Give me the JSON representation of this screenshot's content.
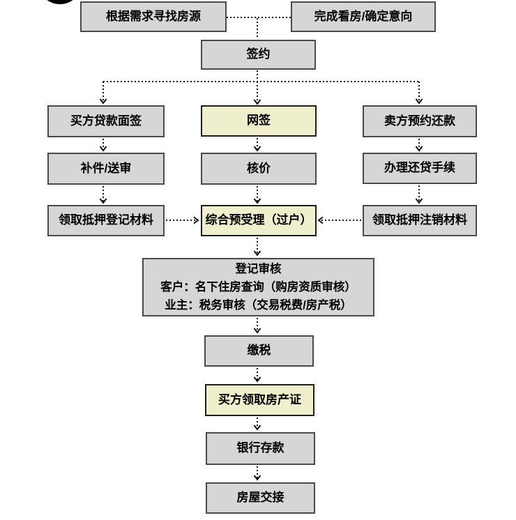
{
  "colors": {
    "line": "#111111",
    "gray_fill": "#d6d6d6",
    "gray_border": "#4a4a4a",
    "yellow_fill": "#efeecd",
    "yellow_border": "#1d1d1d",
    "background": "#ffffff",
    "circle": "#000000"
  },
  "flowchart": {
    "nodes": {
      "find_listing": {
        "label": "根据需求寻找房源",
        "highlight": false
      },
      "confirm_intent": {
        "label": "完成看房/确定意向",
        "highlight": false
      },
      "sign_contract": {
        "label": "签约",
        "highlight": false
      },
      "buyer_loan_interview": {
        "label": "买方贷款面签",
        "highlight": false
      },
      "online_sign": {
        "label": "网签",
        "highlight": true
      },
      "seller_repay_appointment": {
        "label": "卖方预约还款",
        "highlight": false
      },
      "supplement_review": {
        "label": "补件/送审",
        "highlight": false
      },
      "price_verification": {
        "label": "核价",
        "highlight": false
      },
      "loan_repay_procedure": {
        "label": "办理还贷手续",
        "highlight": false
      },
      "mortgage_registration_materials": {
        "label": "领取抵押登记材料",
        "highlight": false
      },
      "comprehensive_pre_acceptance": {
        "label": "综合预受理（过户）",
        "highlight": true
      },
      "mortgage_cancellation_materials": {
        "label": "领取抵押注销材料",
        "highlight": false
      },
      "registration_review": {
        "line1": "登记审核",
        "line2": "客户：名下住房查询（购房资质审核）",
        "line3": "业主：税务审核（交易税费/房产税）",
        "highlight": false
      },
      "pay_tax": {
        "label": "缴税",
        "highlight": false
      },
      "buyer_get_certificate": {
        "label": "买方领取房产证",
        "highlight": true
      },
      "bank_deposit": {
        "label": "银行存款",
        "highlight": false
      },
      "house_handover": {
        "label": "房屋交接",
        "highlight": false
      }
    }
  }
}
